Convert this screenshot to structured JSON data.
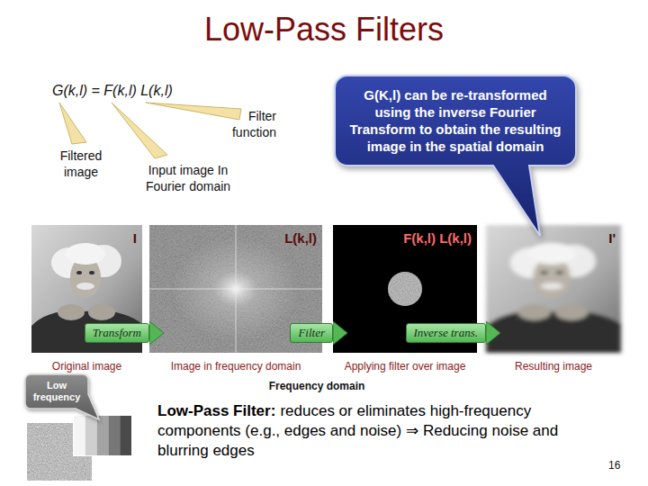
{
  "diagram": {
    "title": "Low-Pass Filters",
    "nodes": [
      {
        "text": [
          "G(K,l) can be re-transformed using the inverse Fourier Transform to obtain the resulting image in the spatial domain"
        ]
      },
      {
        "text": [
          "I",
          "Original image"
        ]
      },
      {
        "text": [
          "L(k,l)",
          "Image in frequency domain"
        ]
      },
      {
        "text": [
          "F(k,l) L(k,l)",
          "Applying filter over image"
        ]
      },
      {
        "text": [
          "I'",
          "Resulting image"
        ]
      },
      {
        "text": [
          "Low frequency"
        ]
      }
    ],
    "edges": [
      {
        "from": 1,
        "to": 2,
        "label": "Transform",
        "arrow": "to"
      },
      {
        "from": 2,
        "to": 3,
        "label": "Filter",
        "arrow": "to"
      },
      {
        "from": 3,
        "to": 4,
        "label": "Inverse trans.",
        "arrow": "to"
      }
    ],
    "labels": [
      "G(k,l) = F(k,l) L(k,l)",
      "Filter function",
      "Filtered image",
      "Input image In Fourier domain",
      "Frequency domain",
      "Low-Pass Filter:",
      "reduces or eliminates high-frequency components (e.g., edges and noise) ⇒ Reducing noise and blurring edges",
      "16"
    ]
  }
}
